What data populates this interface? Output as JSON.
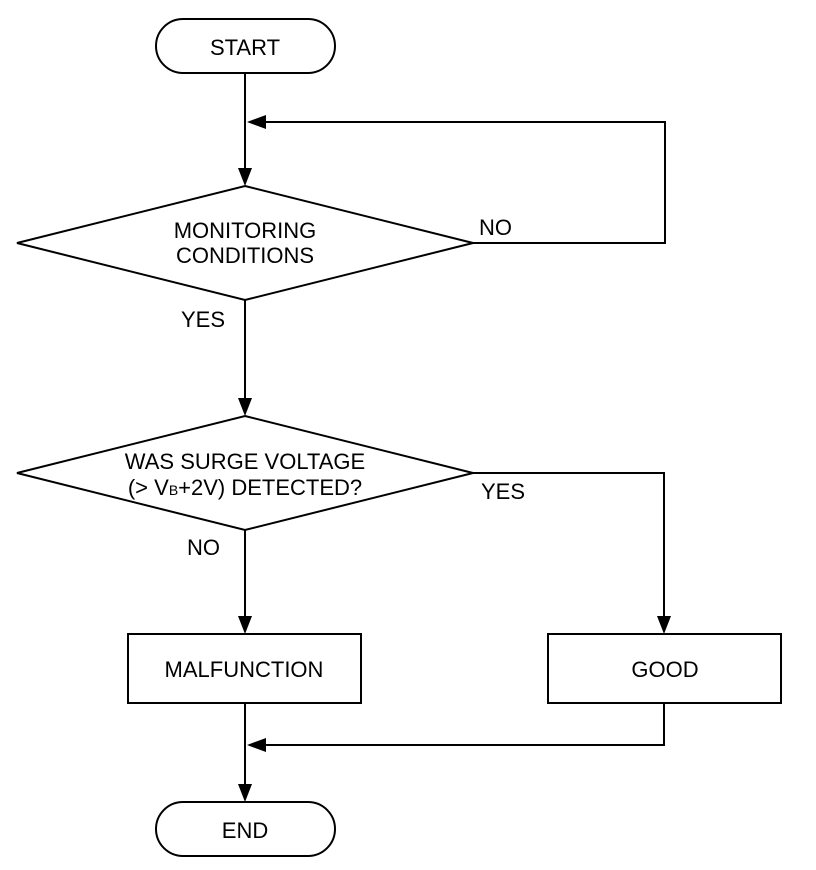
{
  "flowchart": {
    "start": "START",
    "decision1": {
      "line1": "MONITORING",
      "line2": "CONDITIONS",
      "yes": "YES",
      "no": "NO"
    },
    "decision2": {
      "line1": "WAS SURGE VOLTAGE",
      "line2_prefix": "(> V",
      "line2_sub": "B",
      "line2_suffix": "+2V) DETECTED?",
      "yes": "YES",
      "no": "NO"
    },
    "malfunction": "MALFUNCTION",
    "good": "GOOD",
    "end": "END"
  }
}
